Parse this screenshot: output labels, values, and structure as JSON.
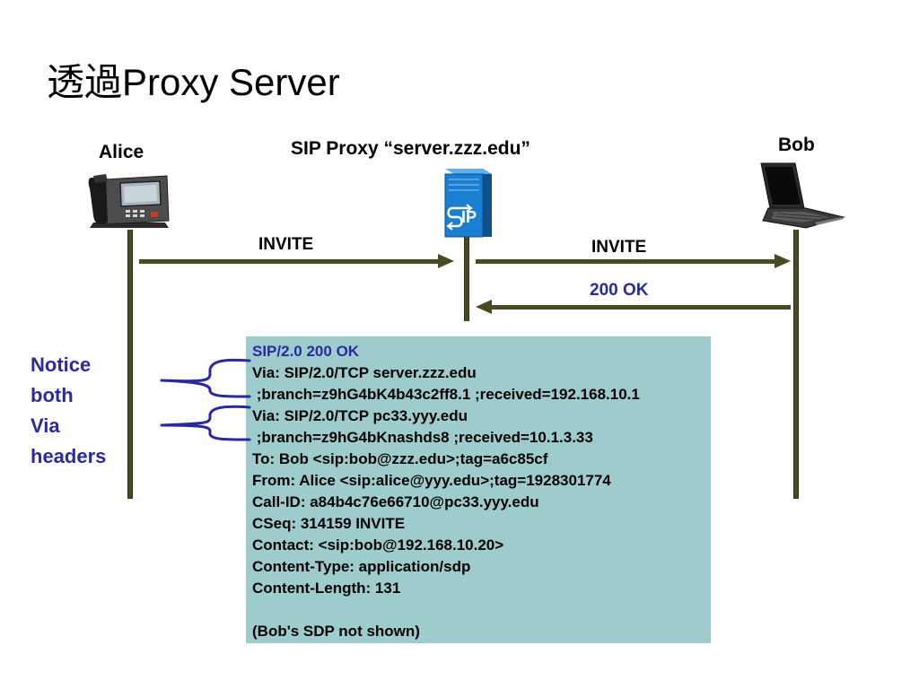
{
  "title": {
    "cjk": "透過",
    "latin": "Proxy Server"
  },
  "entities": {
    "alice": "Alice",
    "proxy": "SIP Proxy “server.zzz.edu”",
    "bob": "Bob"
  },
  "proxy_icon_text": "IP",
  "messages": {
    "invite_alice_to_proxy": "INVITE",
    "invite_proxy_to_bob": "INVITE",
    "ok_bob_to_proxy": "200 OK"
  },
  "notice_lines": [
    "Notice",
    "both",
    "Via",
    "headers"
  ],
  "sip_message": [
    "SIP/2.0 200 OK",
    "Via: SIP/2.0/TCP server.zzz.edu",
    " ;branch=z9hG4bK4b43c2ff8.1 ;received=192.168.10.1",
    "Via: SIP/2.0/TCP pc33.yyy.edu",
    " ;branch=z9hG4bKnashds8 ;received=10.1.3.33",
    "To: Bob <sip:bob@zzz.edu>;tag=a6c85cf",
    "From: Alice <sip:alice@yyy.edu>;tag=1928301774",
    "Call-ID: a84b4c76e66710@pc33.yyy.edu",
    "CSeq: 314159 INVITE",
    "Contact: <sip:bob@192.168.10.20>",
    "Content-Type: application/sdp",
    "Content-Length: 131",
    "",
    "(Bob's SDP not shown)"
  ],
  "colors": {
    "message_background": "#9ecccc",
    "accent_blue": "#2a2aa0",
    "line_color": "#4a4a22",
    "proxy_blue": "#1a7fd0"
  }
}
